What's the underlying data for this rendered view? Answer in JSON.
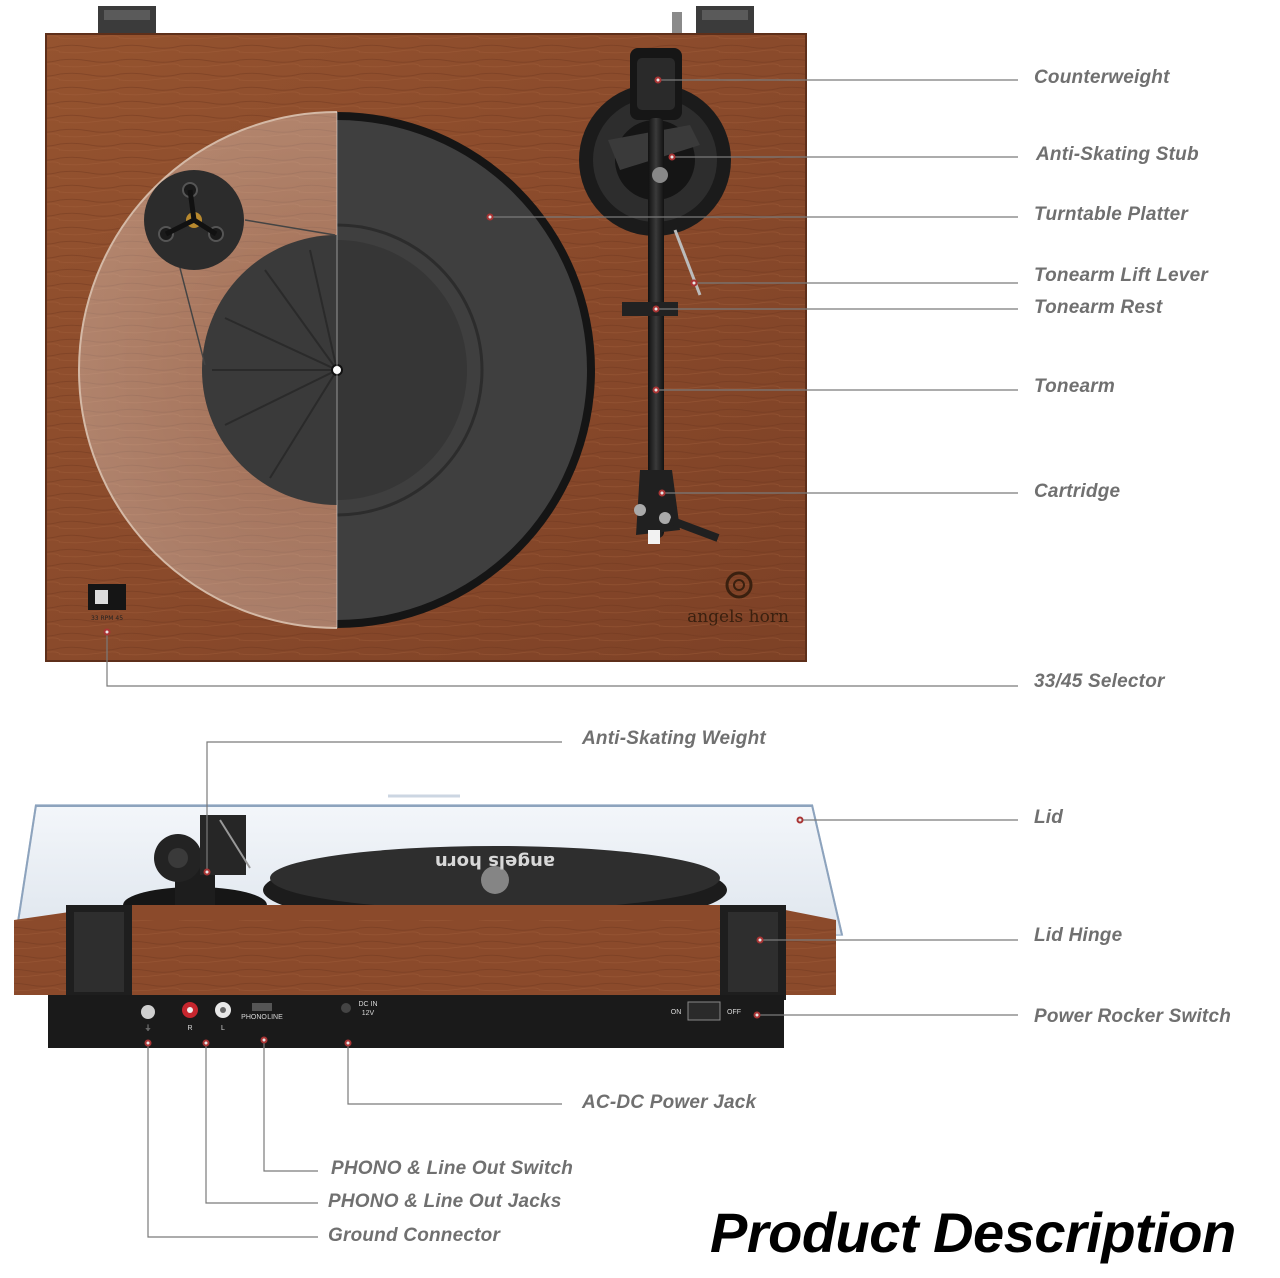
{
  "title": "Product Description",
  "brand_text": "angels horn",
  "top_labels": [
    "Counterweight",
    "Anti-Skating Stub",
    "Turntable Platter",
    "Tonearm Lift Lever",
    "Tonearm Rest",
    "Tonearm",
    "Cartridge",
    "33/45 Selector"
  ],
  "bottom_labels": [
    "Anti-Skating Weight",
    "Lid",
    "Lid Hinge",
    "Power Rocker Switch",
    "AC-DC Power Jack",
    "PHONO & Line Out Switch",
    "PHONO & Line Out Jacks",
    "Ground Connector"
  ],
  "panel_texts": {
    "rpm": "33  RPM  45",
    "r": "R",
    "l": "L",
    "phono": "PHONO",
    "line": "LINE",
    "dc": "DC IN",
    "dc_v": "12V",
    "on": "ON",
    "off": "OFF"
  },
  "colors": {
    "wood": "#8a4a2c",
    "wood_dark": "#6e3720",
    "mat": "#3d3d3d",
    "leader": "#7a7a7a",
    "label": "#707070"
  }
}
